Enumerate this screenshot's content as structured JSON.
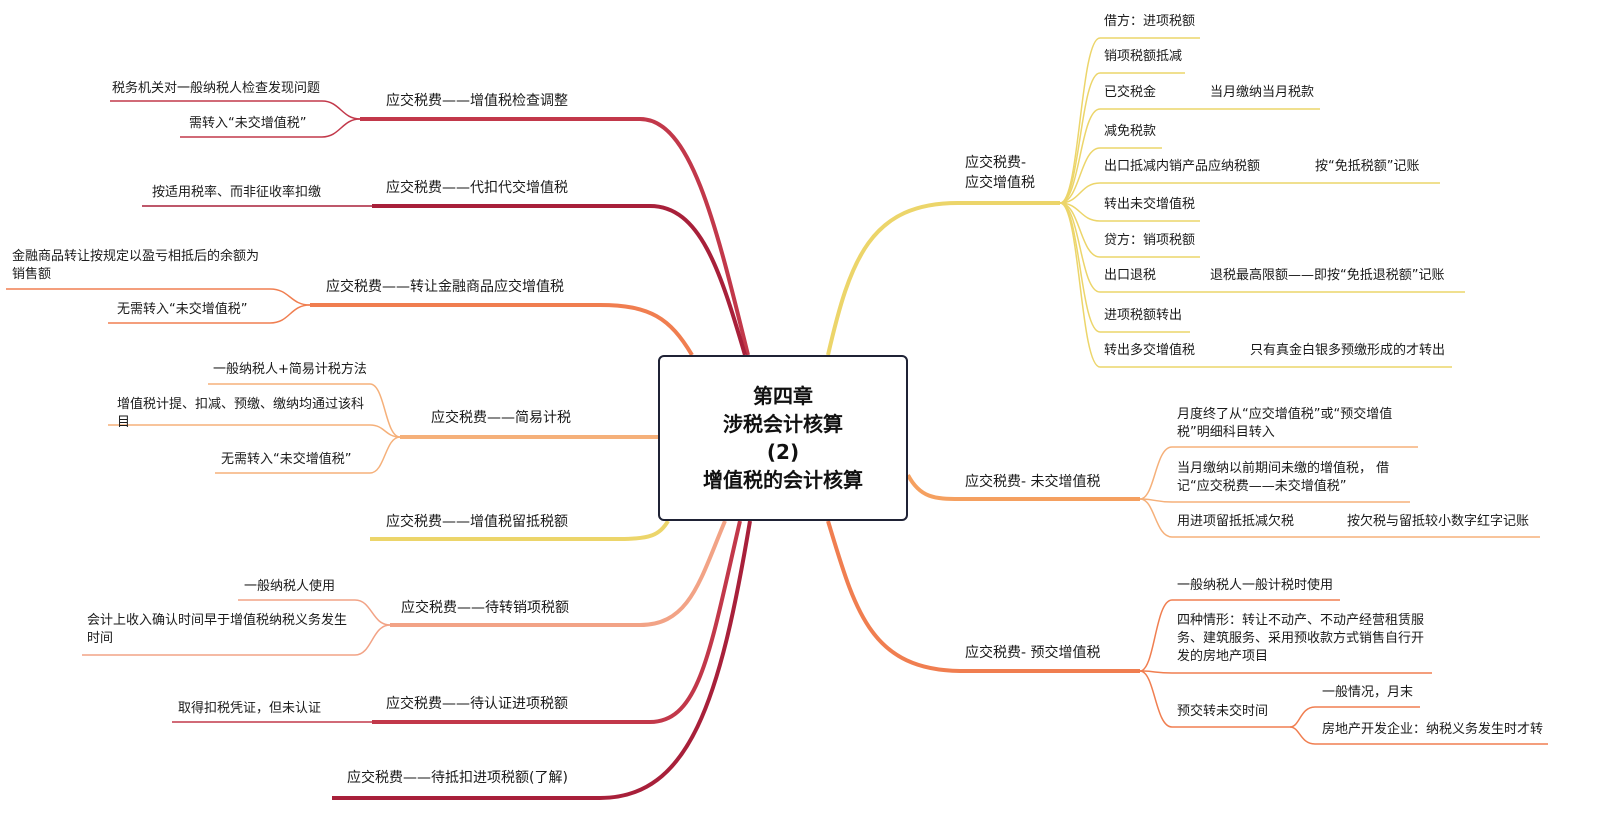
{
  "root": {
    "lines": [
      "第四章",
      "涉税会计核算",
      "(2)",
      "增值税的会计核算"
    ]
  },
  "left": {
    "check": {
      "title": "应交税费——增值税检查调整",
      "items": [
        "税务机关对一般纳税人检查发现问题",
        "需转入“未交增值税”"
      ]
    },
    "withhold": {
      "title": "应交税费——代扣代交增值税",
      "items": [
        "按适用税率、而非征收率扣缴"
      ]
    },
    "finance": {
      "title": "应交税费——转让金融商品应交增值税",
      "items": [
        "金融商品转让按规定以盈亏相抵后的余额为销售额",
        "无需转入“未交增值税”"
      ]
    },
    "simple": {
      "title": "应交税费——简易计税",
      "items": [
        "一般纳税人+简易计税方法",
        "增值税计提、扣减、预缴、缴纳均通过该科目",
        "无需转入“未交增值税”"
      ]
    },
    "retained": {
      "title": "应交税费——增值税留抵税额"
    },
    "pending_output": {
      "title": "应交税费——待转销项税额",
      "items": [
        "一般纳税人使用",
        "会计上收入确认时间早于增值税纳税义务发生时间"
      ]
    },
    "pending_cert": {
      "title": "应交税费——待认证进项税额",
      "items": [
        "取得扣税凭证，但未认证"
      ]
    },
    "pending_deduct": {
      "title": "应交税费——待抵扣进项税额(了解)"
    }
  },
  "right": {
    "vat": {
      "title_line1": "应交税费-",
      "title_line2": "应交增值税",
      "items": [
        {
          "label": "借方：进项税额"
        },
        {
          "label": "销项税额抵减"
        },
        {
          "label": "已交税金",
          "child": "当月缴纳当月税款"
        },
        {
          "label": "减免税款"
        },
        {
          "label": "出口抵减内销产品应纳税额",
          "child": "按“免抵税额”记账"
        },
        {
          "label": "转出未交增值税"
        },
        {
          "label": "贷方：销项税额"
        },
        {
          "label": "出口退税",
          "child": "退税最高限额——即按“免抵退税额”记账"
        },
        {
          "label": "进项税额转出"
        },
        {
          "label": "转出多交增值税",
          "child": "只有真金白银多预缴形成的才转出"
        }
      ]
    },
    "unpaid": {
      "title": "应交税费-  未交增值税",
      "items": [
        {
          "label": "月度终了从“应交增值税”或“预交增值税”明细科目转入"
        },
        {
          "label": "当月缴纳以前期间未缴的增值税，  借记“应交税费——未交增值税”"
        },
        {
          "label": "用进项留抵抵减欠税",
          "child": "按欠税与留抵较小数字红字记账"
        }
      ]
    },
    "prepaid": {
      "title": "应交税费-  预交增值税",
      "items": [
        {
          "label": "一般纳税人一般计税时使用"
        },
        {
          "label": "四种情形：转让不动产、不动产经营租赁服务、建筑服务、采用预收款方式销售自行开发的房地产项目"
        },
        {
          "label": "预交转未交时间",
          "children": [
            "一般情况，月末",
            "房地产开发企业：纳税义务发生时才转"
          ]
        }
      ]
    }
  },
  "colors": {
    "crimson": "#a8203a",
    "red": "#c2384a",
    "orange": "#f07e50",
    "light_orange": "#f5b07a",
    "yellow": "#ecd56a",
    "peach": "#f2a386",
    "node_border": "#1f2235"
  }
}
